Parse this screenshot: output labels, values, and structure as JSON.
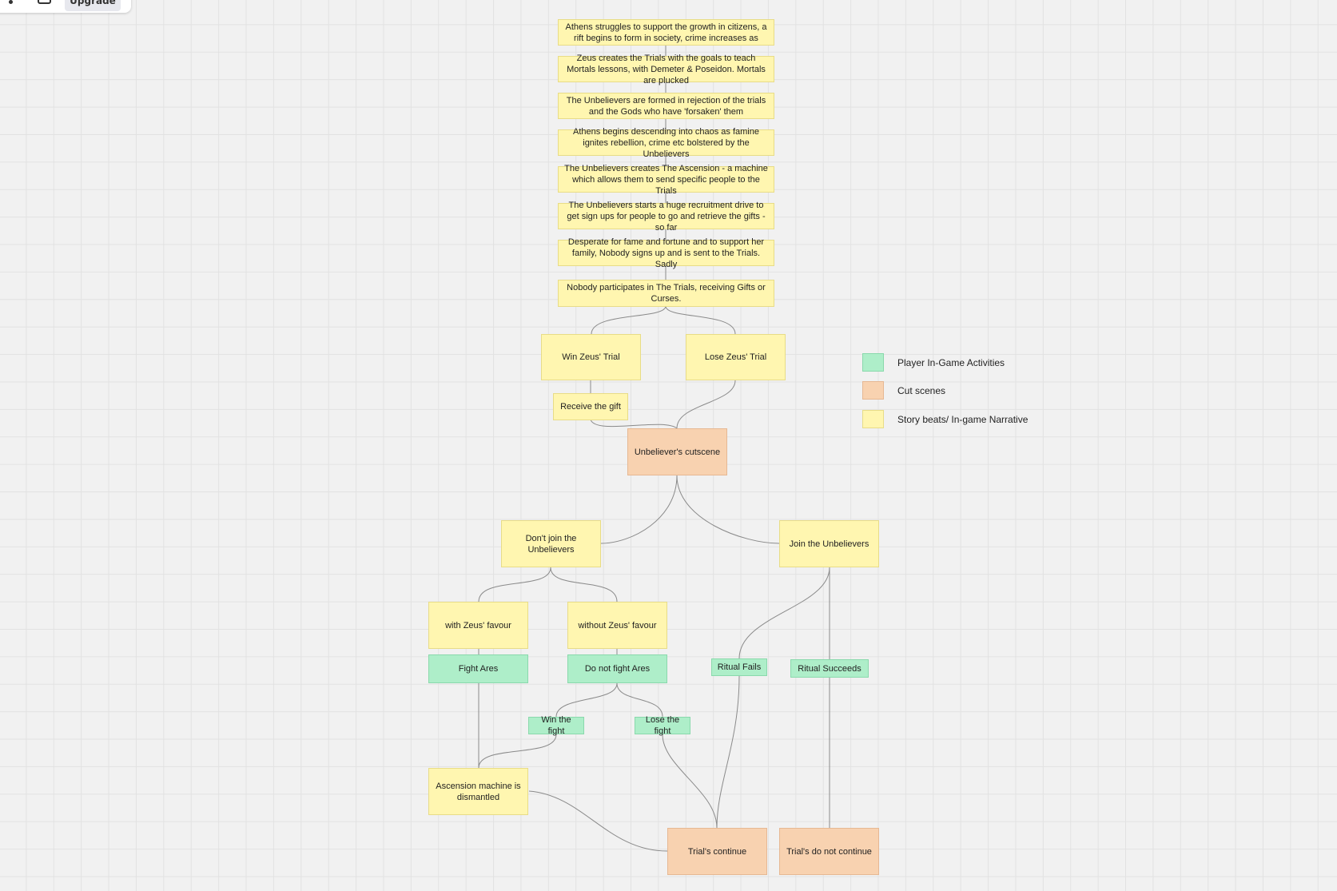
{
  "toolbar": {
    "upgrade_label": "Upgrade"
  },
  "nodes": {
    "n1": "Athens struggles to support the growth in citizens, a rift begins to form in society, crime increases as",
    "n2": "Zeus creates the Trials with the goals to teach Mortals lessons, with Demeter & Poseidon. Mortals are plucked",
    "n3": "The Unbelievers are formed in rejection of the trials and the Gods who have 'forsaken' them",
    "n4": "Athens begins descending into chaos as famine ignites rebellion, crime etc bolstered by the Unbelievers",
    "n5": "The Unbelievers creates The Ascension - a machine which allows them to send specific people to the Trials",
    "n6": "The Unbelievers starts a huge recruitment drive to get sign ups for people to go and retrieve the gifts - so far",
    "n7": "Desperate for fame and fortune and to support her family, Nobody signs up and is sent to the Trials. Sadly",
    "n8": "Nobody participates in The Trials, receiving Gifts or Curses.",
    "win_trial": "Win Zeus' Trial",
    "lose_trial": "Lose Zeus' Trial",
    "receive_gift": "Receive the gift",
    "cutscene": "Unbeliever's cutscene",
    "dont_join": "Don't join the Unbelievers",
    "join": "Join the Unbelievers",
    "with_favour": "with Zeus' favour",
    "without_favour": "without Zeus' favour",
    "fight_ares": "Fight Ares",
    "not_fight_ares": "Do not fight Ares",
    "win_fight": "Win the fight",
    "lose_fight": "Lose the fight",
    "ritual_fails": "Ritual Fails",
    "ritual_succeeds": "Ritual Succeeds",
    "dismantled": "Ascension machine is dismantled",
    "trials_continue": "Trial's continue",
    "trials_not_continue": "Trial's do not continue"
  },
  "legend": [
    {
      "label": "Player In-Game Activities",
      "color": "#aeeec9"
    },
    {
      "label": "Cut scenes",
      "color": "#f8d2b0"
    },
    {
      "label": "Story beats/ In-game Narrative",
      "color": "#fff6b0"
    }
  ]
}
